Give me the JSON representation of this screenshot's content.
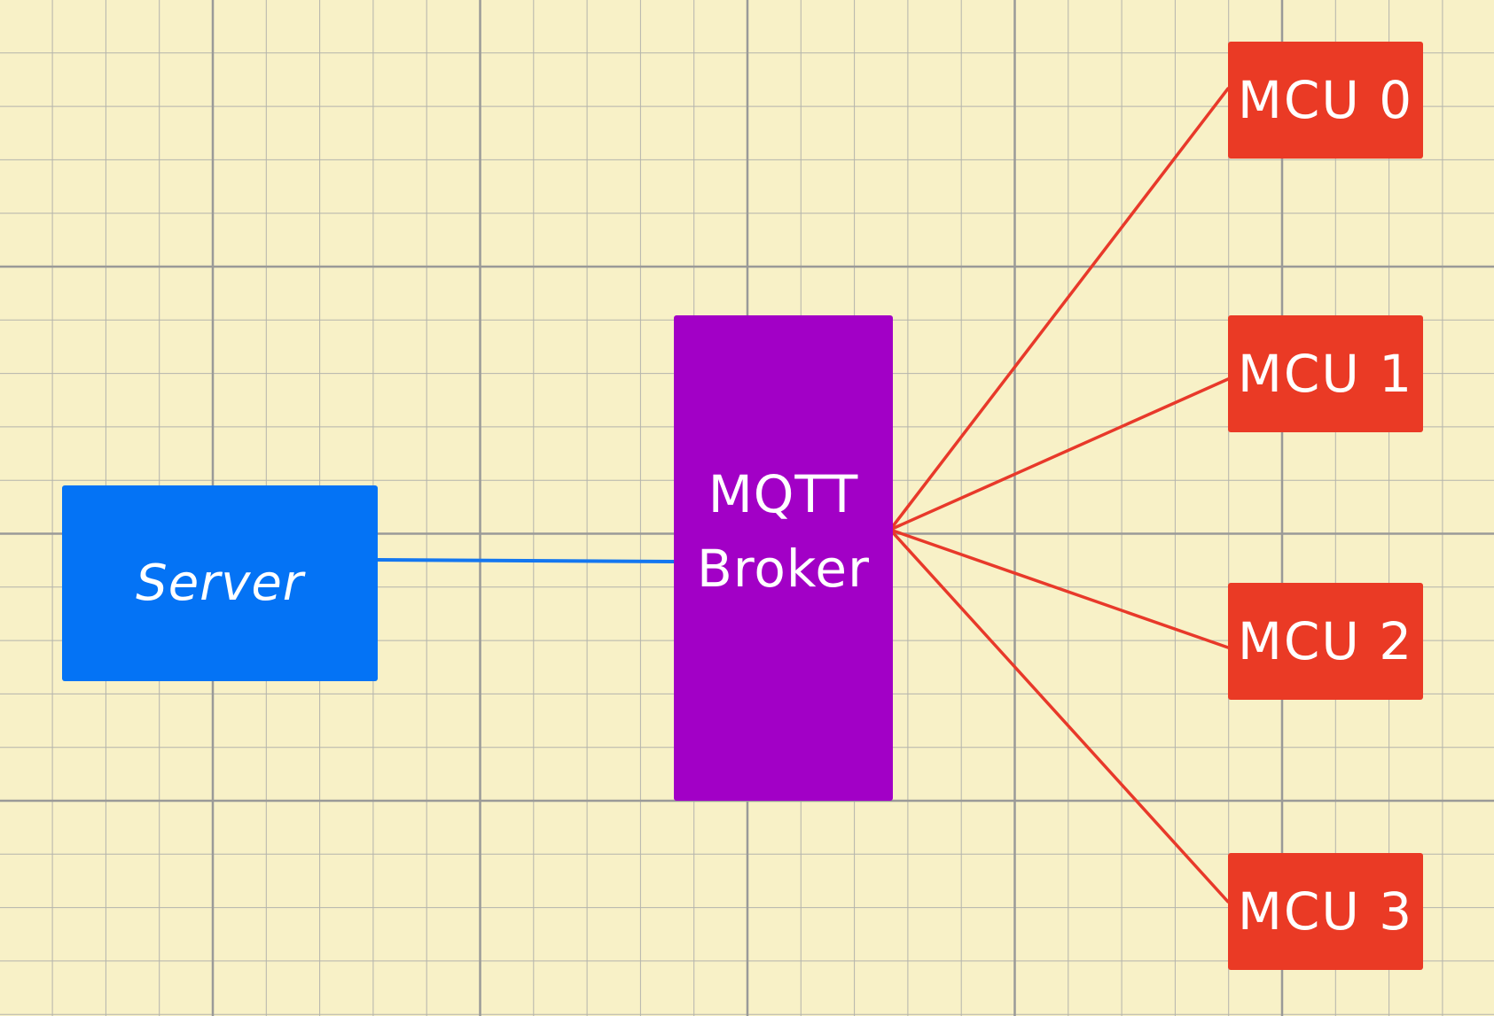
{
  "colors": {
    "background": "#f8f1c7",
    "grid_minor": "#b4b4ac",
    "grid_major": "#9a9a98",
    "server": "#0473f5",
    "broker": "#a200c6",
    "mcu": "#ea3a25",
    "server_link": "#1477f0",
    "mcu_link": "#e8392a",
    "text": "#ffffff"
  },
  "nodes": {
    "server": {
      "label": "Server"
    },
    "broker": {
      "label": "MQTT\nBroker"
    },
    "mcus": [
      {
        "label": "MCU 0"
      },
      {
        "label": "MCU 1"
      },
      {
        "label": "MCU 2"
      },
      {
        "label": "MCU 3"
      }
    ]
  },
  "edges": [
    {
      "from": "server",
      "to": "broker"
    },
    {
      "from": "broker",
      "to": "mcu-0"
    },
    {
      "from": "broker",
      "to": "mcu-1"
    },
    {
      "from": "broker",
      "to": "mcu-2"
    },
    {
      "from": "broker",
      "to": "mcu-3"
    }
  ]
}
